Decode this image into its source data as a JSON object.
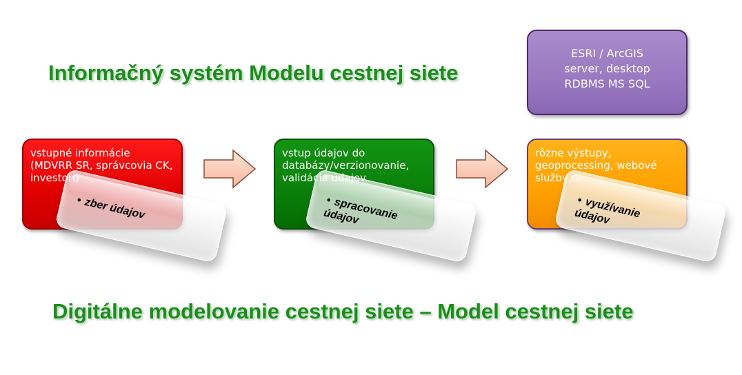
{
  "titles": {
    "top": "Informačný systém Modelu cestnej siete",
    "bottom": "Digitálne modelovanie cestnej siete – Model cestnej siete"
  },
  "technology_box": {
    "lines": [
      "ESRI / ArcGIS",
      "server, desktop",
      "RDBMS MS SQL"
    ]
  },
  "stages": [
    {
      "text": "vstupné informácie (MDVRR SR, správcovia CK, investori)",
      "label_line1": "zber údajov",
      "label_line2": ""
    },
    {
      "text": "vstup údajov do databázy/verzionovanie, validácia údajov",
      "label_line1": "spracovanie",
      "label_line2": "údajov"
    },
    {
      "text": "rôzne výstupy, geoprocessing, webové služby,...",
      "label_line1": "využívanie",
      "label_line2": "údajov"
    }
  ],
  "colors": {
    "title_green": "#1f8a1f",
    "stage1_red": "#e00000",
    "stage2_green": "#0a7f0a",
    "stage3_orange": "#ffa000",
    "tech_purple": "#9978c0",
    "arrow_fill": "#f9c9b6"
  }
}
